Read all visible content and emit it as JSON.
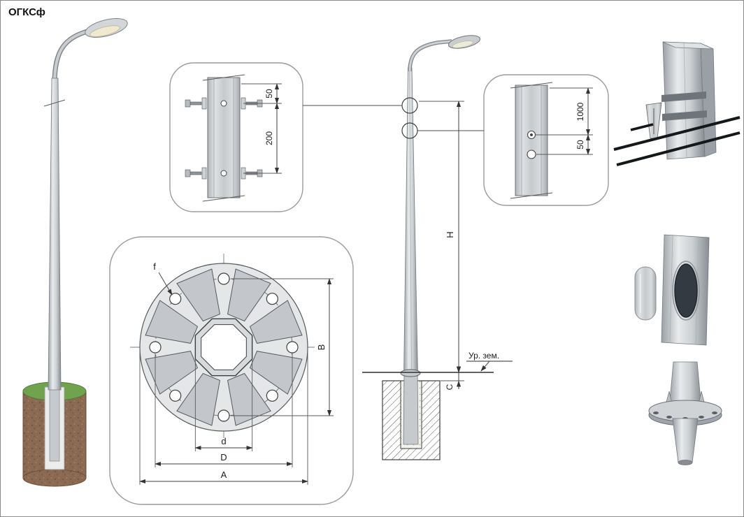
{
  "title": "ОГКСф",
  "detail_clamp": {
    "dim_offset": "50",
    "dim_spacing": "200"
  },
  "detail_ground_bolt": {
    "dim_height": "1000",
    "dim_offset": "50"
  },
  "flange_view": {
    "label_f": "f",
    "label_b": "B",
    "label_d": "d",
    "label_big_d": "D",
    "label_a": "A"
  },
  "elevation": {
    "label_height": "H",
    "label_embed": "C",
    "ground_level": "Ур. зем."
  },
  "colors": {
    "grass": "#71a24e",
    "soil": "#8a6a52",
    "lamp_lens": "#efe9cf",
    "cable": "#15181b",
    "line": "#444444"
  }
}
